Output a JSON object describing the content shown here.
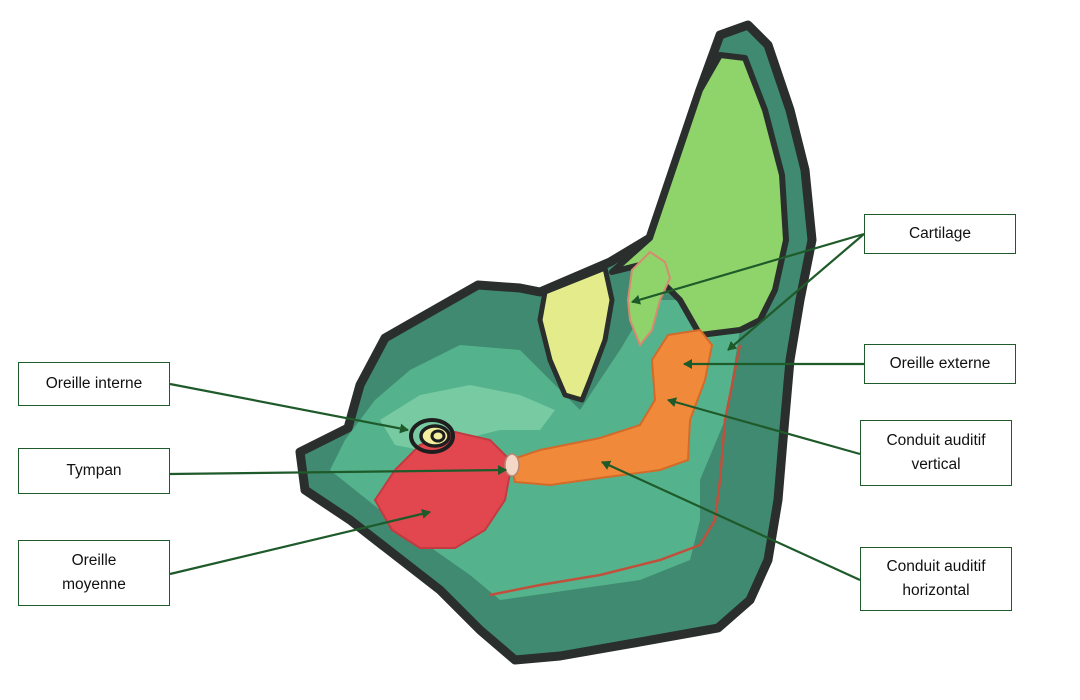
{
  "diagram": {
    "labels": {
      "cartilage": "Cartilage",
      "oreille_externe": "Oreille externe",
      "conduit_vertical_line1": "Conduit auditif",
      "conduit_vertical_line2": "vertical",
      "conduit_horizontal_line1": "Conduit auditif",
      "conduit_horizontal_line2": "horizontal",
      "oreille_interne": "Oreille interne",
      "tympan": "Tympan",
      "oreille_moyenne_line1": "Oreille",
      "oreille_moyenne_line2": "moyenne"
    }
  },
  "colors": {
    "outline": "#2a2e2c",
    "skin_dark": "#3f8a70",
    "skin_mid": "#54b38c",
    "cartilage_green": "#8fd36b",
    "cartilage_yellow": "#e4eb8a",
    "canal_orange": "#f08a3a",
    "middle_ear_red": "#e2474f",
    "leader_line": "#1f5a2a"
  }
}
